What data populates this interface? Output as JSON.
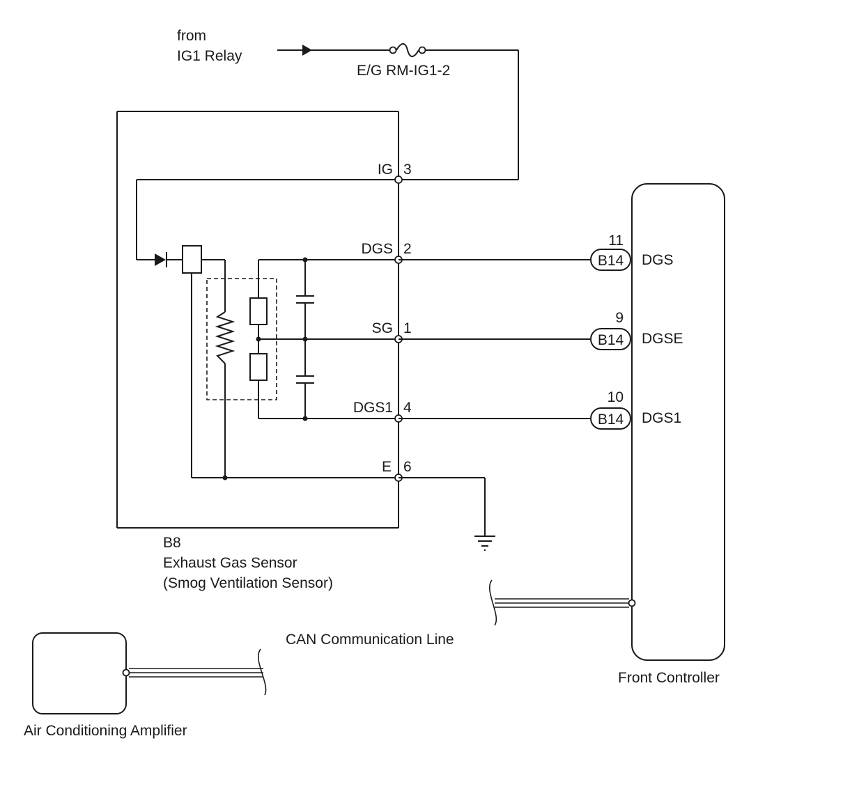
{
  "power": {
    "from_label": "from",
    "relay_label": "IG1 Relay",
    "fuse_label": "E/G RM-IG1-2"
  },
  "sensor": {
    "ref": "B8",
    "name": "Exhaust Gas Sensor",
    "alt_name": "(Smog Ventilation Sensor)",
    "pins": [
      {
        "name": "IG",
        "num": "3"
      },
      {
        "name": "DGS",
        "num": "2"
      },
      {
        "name": "SG",
        "num": "1"
      },
      {
        "name": "DGS1",
        "num": "4"
      },
      {
        "name": "E",
        "num": "6"
      }
    ]
  },
  "controller": {
    "name": "Front Controller",
    "terminals": [
      {
        "num": "11",
        "connector": "B14",
        "name": "DGS"
      },
      {
        "num": "9",
        "connector": "B14",
        "name": "DGSE"
      },
      {
        "num": "10",
        "connector": "B14",
        "name": "DGS1"
      }
    ]
  },
  "can_label": "CAN Communication Line",
  "amplifier": {
    "name": "Air Conditioning Amplifier"
  }
}
